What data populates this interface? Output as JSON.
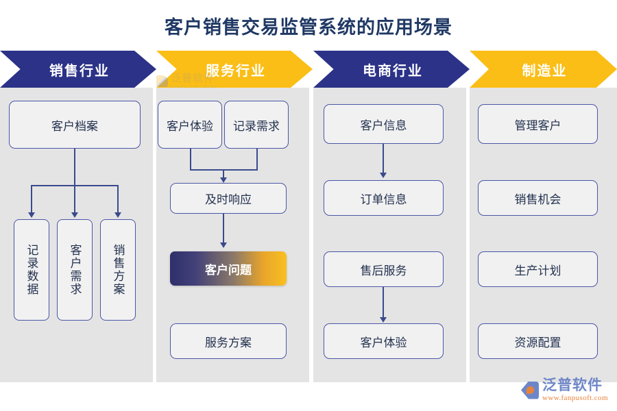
{
  "page": {
    "title": "客户销售交易监管系统的应用场景",
    "title_color": "#1F3864",
    "background": "#FFFFFF",
    "panel_color": "#E4E4E4"
  },
  "colors": {
    "navy": "#2B3287",
    "gold": "#FBBE16",
    "box_border": "#4A56A6",
    "box_fill": "#F1F1F1",
    "connector": "#3B4A8C",
    "text_dark": "#23314F"
  },
  "columns": [
    {
      "header": "销售行业",
      "header_color": "#2B3287",
      "header_text_color": "#FFFFFF",
      "nodes": [
        {
          "label": "客户档案",
          "style": "plain",
          "orientation": "horizontal"
        },
        {
          "label": "记录数据",
          "style": "plain",
          "orientation": "vertical"
        },
        {
          "label": "客户需求",
          "style": "plain",
          "orientation": "vertical"
        },
        {
          "label": "销售方案",
          "style": "plain",
          "orientation": "vertical"
        }
      ]
    },
    {
      "header": "服务行业",
      "header_color": "#FBBE16",
      "header_text_color": "#FFFFFF",
      "nodes": [
        {
          "label": "客户体验",
          "style": "plain",
          "orientation": "horizontal"
        },
        {
          "label": "记录需求",
          "style": "plain",
          "orientation": "horizontal"
        },
        {
          "label": "及时响应",
          "style": "plain",
          "orientation": "horizontal"
        },
        {
          "label": "客户问题",
          "style": "gradient",
          "orientation": "horizontal"
        },
        {
          "label": "服务方案",
          "style": "plain",
          "orientation": "horizontal"
        }
      ]
    },
    {
      "header": "电商行业",
      "header_color": "#2B3287",
      "header_text_color": "#FFFFFF",
      "nodes": [
        {
          "label": "客户信息",
          "style": "plain",
          "orientation": "horizontal"
        },
        {
          "label": "订单信息",
          "style": "plain",
          "orientation": "horizontal"
        },
        {
          "label": "售后服务",
          "style": "plain",
          "orientation": "horizontal"
        },
        {
          "label": "客户体验",
          "style": "plain",
          "orientation": "horizontal"
        }
      ]
    },
    {
      "header": "制造业",
      "header_color": "#FBBE16",
      "header_text_color": "#FFFFFF",
      "nodes": [
        {
          "label": "管理客户",
          "style": "plain",
          "orientation": "horizontal"
        },
        {
          "label": "销售机会",
          "style": "plain",
          "orientation": "horizontal"
        },
        {
          "label": "生产计划",
          "style": "plain",
          "orientation": "horizontal"
        },
        {
          "label": "资源配置",
          "style": "plain",
          "orientation": "horizontal"
        }
      ]
    }
  ],
  "watermark": {
    "cn": "泛普软件",
    "en": "FANPU SOFTWARE"
  },
  "brand": {
    "cn": "泛普软件",
    "url": "www.fanpusoft.com"
  }
}
